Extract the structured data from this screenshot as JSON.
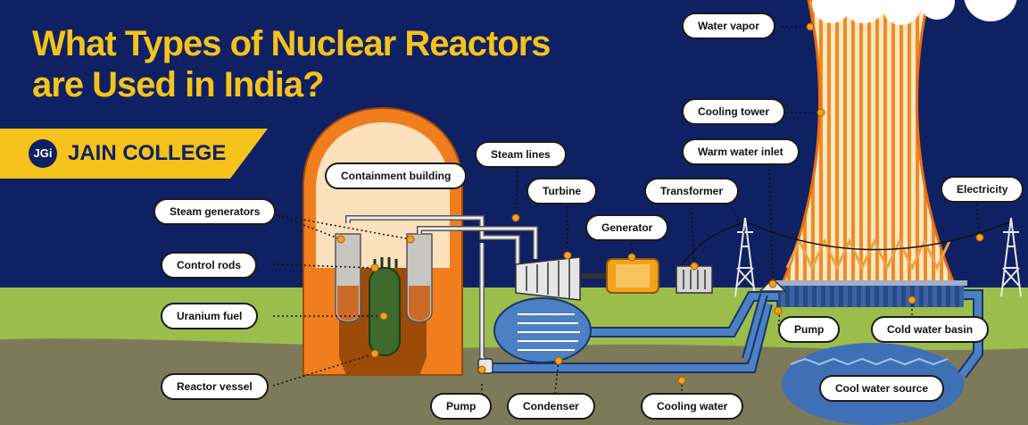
{
  "title_line1": "What Types of Nuclear Reactors",
  "title_line2": "are Used in India?",
  "brand": {
    "logo": "JGi",
    "name": "JAIN COLLEGE"
  },
  "labels": {
    "containment_building": "Containment building",
    "steam_generators": "Steam generators",
    "control_rods": "Control rods",
    "uranium_fuel": "Uranium fuel",
    "reactor_vessel": "Reactor vessel",
    "steam_lines": "Steam lines",
    "turbine": "Turbine",
    "generator": "Generator",
    "transformer": "Transformer",
    "warm_water_inlet": "Warm water inlet",
    "cooling_tower": "Cooling tower",
    "water_vapor": "Water vapor",
    "electricity": "Electricity",
    "pump_left": "Pump",
    "condenser": "Condenser",
    "cooling_water": "Cooling water",
    "pump_right": "Pump",
    "cold_water_basin": "Cold water basin",
    "cool_water_source": "Cool water source"
  },
  "colors": {
    "sky": "#0f2063",
    "title": "#f6c21c",
    "ground_grass": "#9bbd4c",
    "ground_soil": "#7d7a5a",
    "containment": "#f07e1e",
    "pipe": "#4d7fc4",
    "fuel": "#3d6a2c",
    "marker": "#f6a11c"
  },
  "icons": [
    "lightning-marker-icon",
    "power-pylon-icon",
    "cloud-icon"
  ]
}
